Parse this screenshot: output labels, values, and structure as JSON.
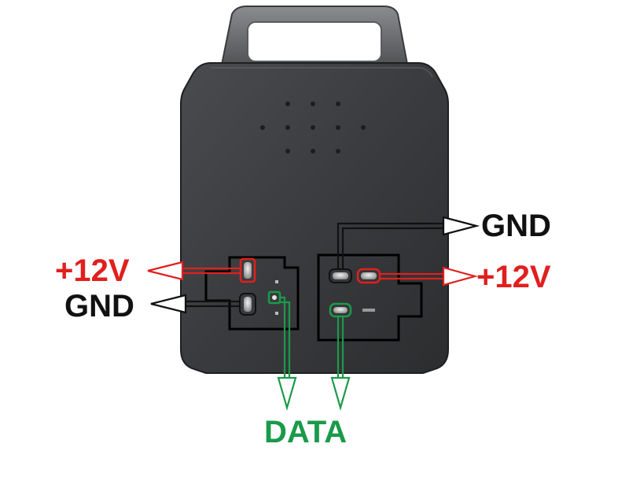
{
  "labels": {
    "left_power": "+12V",
    "left_ground": "GND",
    "right_ground": "GND",
    "right_power": "+12V",
    "data": "DATA"
  },
  "colors": {
    "power": "#e0201e",
    "ground": "#111111",
    "data": "#1a9a4a",
    "housing": "#3a3b3d",
    "background": "#ffffff"
  }
}
